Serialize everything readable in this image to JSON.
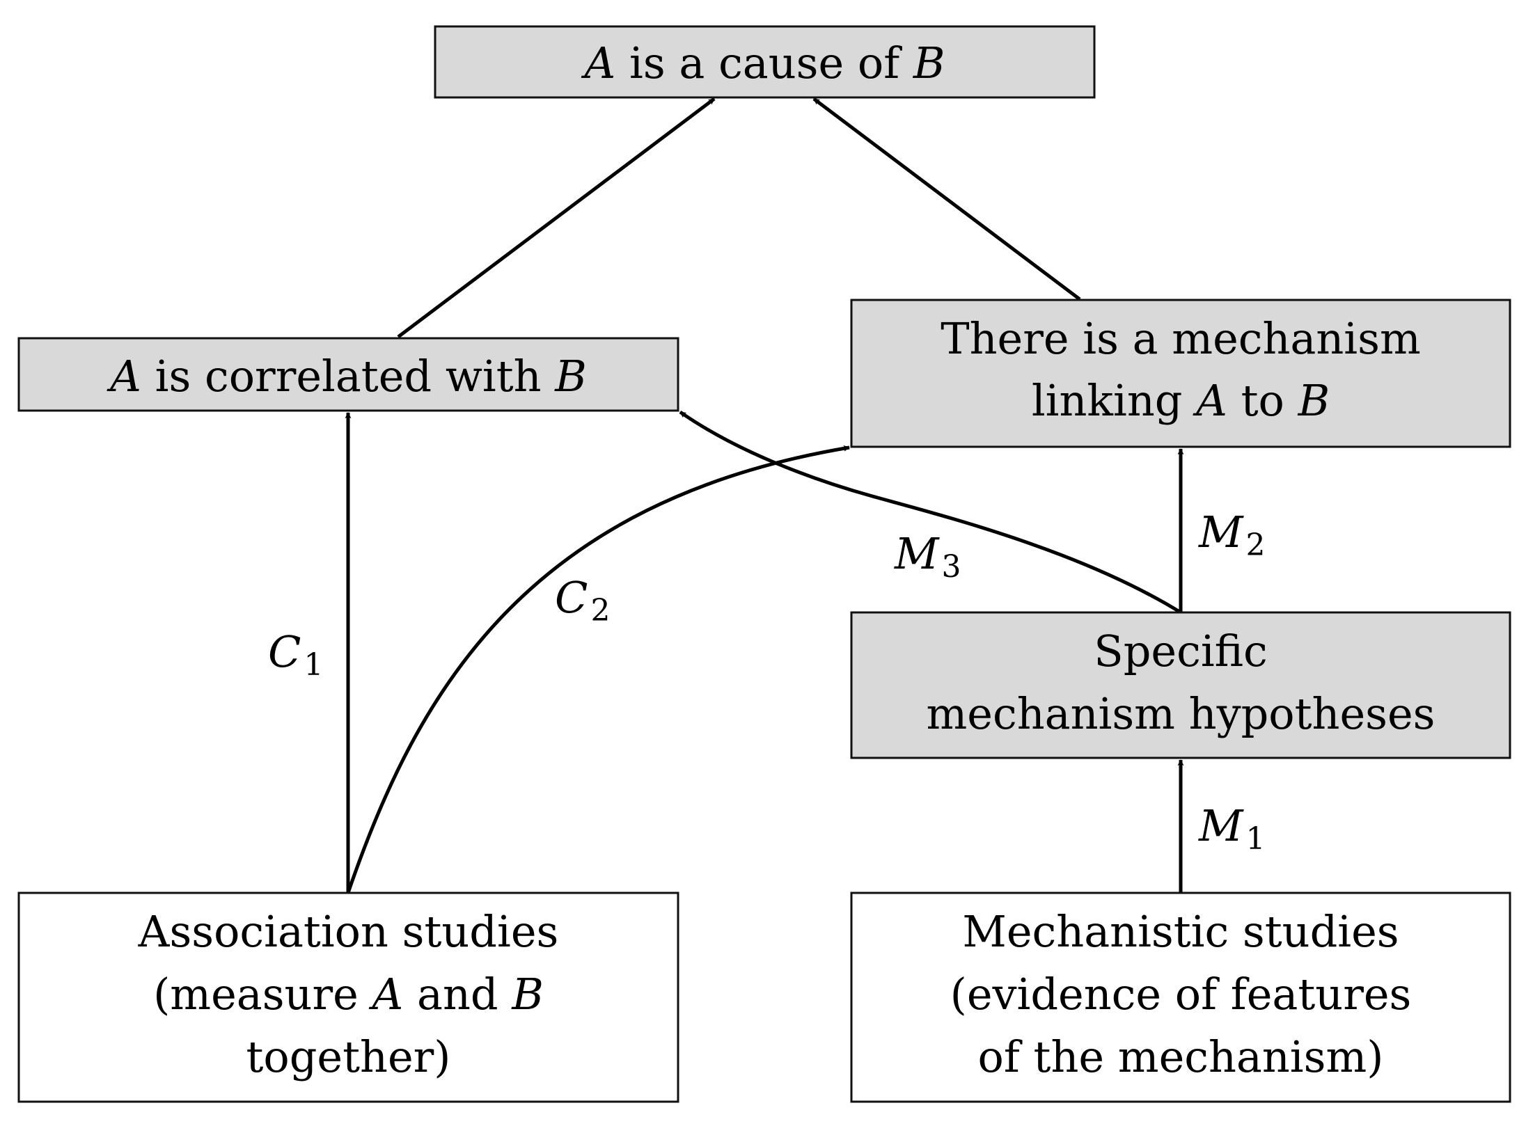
{
  "colors": {
    "claim_fill": "#d9d9d9",
    "evidence_fill": "#ffffff",
    "stroke": "#000000"
  },
  "nodes": [
    {
      "id": "cause",
      "kind": "claim",
      "lines": [
        [
          {
            "t": "A",
            "var": true
          },
          {
            "t": " is a cause of "
          },
          {
            "t": "B",
            "var": true
          }
        ]
      ]
    },
    {
      "id": "correlated",
      "kind": "claim",
      "lines": [
        [
          {
            "t": "A",
            "var": true
          },
          {
            "t": " is correlated with "
          },
          {
            "t": "B",
            "var": true
          }
        ]
      ]
    },
    {
      "id": "mechanism",
      "kind": "claim",
      "lines": [
        [
          {
            "t": "There is a mechanism"
          }
        ],
        [
          {
            "t": "linking "
          },
          {
            "t": "A",
            "var": true
          },
          {
            "t": " to "
          },
          {
            "t": "B",
            "var": true
          }
        ]
      ]
    },
    {
      "id": "hypotheses",
      "kind": "claim",
      "lines": [
        [
          {
            "t": "Specific"
          }
        ],
        [
          {
            "t": "mechanism hypotheses"
          }
        ]
      ]
    },
    {
      "id": "association",
      "kind": "evidence",
      "lines": [
        [
          {
            "t": "Association studies"
          }
        ],
        [
          {
            "t": "(measure "
          },
          {
            "t": "A",
            "var": true
          },
          {
            "t": " and "
          },
          {
            "t": "B",
            "var": true
          }
        ],
        [
          {
            "t": "together)"
          }
        ]
      ]
    },
    {
      "id": "mechanistic",
      "kind": "evidence",
      "lines": [
        [
          {
            "t": "Mechanistic studies"
          }
        ],
        [
          {
            "t": "(evidence of features"
          }
        ],
        [
          {
            "t": "of the mechanism)"
          }
        ]
      ]
    }
  ],
  "edges": [
    {
      "id": "correlated-to-cause",
      "from": "correlated",
      "to": "cause",
      "label": null
    },
    {
      "id": "mechanism-to-cause",
      "from": "mechanism",
      "to": "cause",
      "label": null
    },
    {
      "id": "c1",
      "from": "association",
      "to": "correlated",
      "label": {
        "main": "C",
        "sub": "1"
      }
    },
    {
      "id": "c2",
      "from": "association",
      "to": "mechanism",
      "label": {
        "main": "C",
        "sub": "2"
      }
    },
    {
      "id": "m1",
      "from": "mechanistic",
      "to": "hypotheses",
      "label": {
        "main": "M",
        "sub": "1"
      }
    },
    {
      "id": "m2",
      "from": "hypotheses",
      "to": "mechanism",
      "label": {
        "main": "M",
        "sub": "2"
      }
    },
    {
      "id": "m3",
      "from": "hypotheses",
      "to": "correlated",
      "label": {
        "main": "M",
        "sub": "3"
      }
    }
  ]
}
